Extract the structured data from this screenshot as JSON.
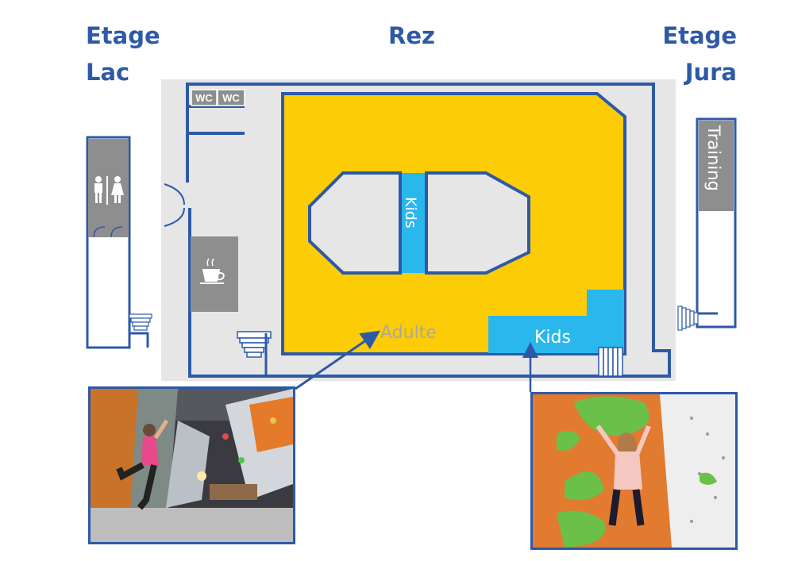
{
  "floors": {
    "lac": {
      "title_line1": "Etage",
      "title_line2": "Lac"
    },
    "rez": {
      "title": "Rez"
    },
    "jura": {
      "title_line1": "Etage",
      "title_line2": "Jura"
    }
  },
  "areas": {
    "adult": "Adulte",
    "kids_center": "Kids",
    "kids_corner": "Kids",
    "training": "Training"
  },
  "rooms": {
    "wc_1": "WC",
    "wc_2": "WC"
  },
  "icons": {
    "toilet": "restroom-icon",
    "cafe": "coffee-cup-icon",
    "stairs": "stairs-icon"
  },
  "colors": {
    "wall": "#2e59a7",
    "floor": "#e6e6e6",
    "adult_zone": "#fccc06",
    "kids_zone": "#29b7ec",
    "service": "#8e8e8e"
  }
}
